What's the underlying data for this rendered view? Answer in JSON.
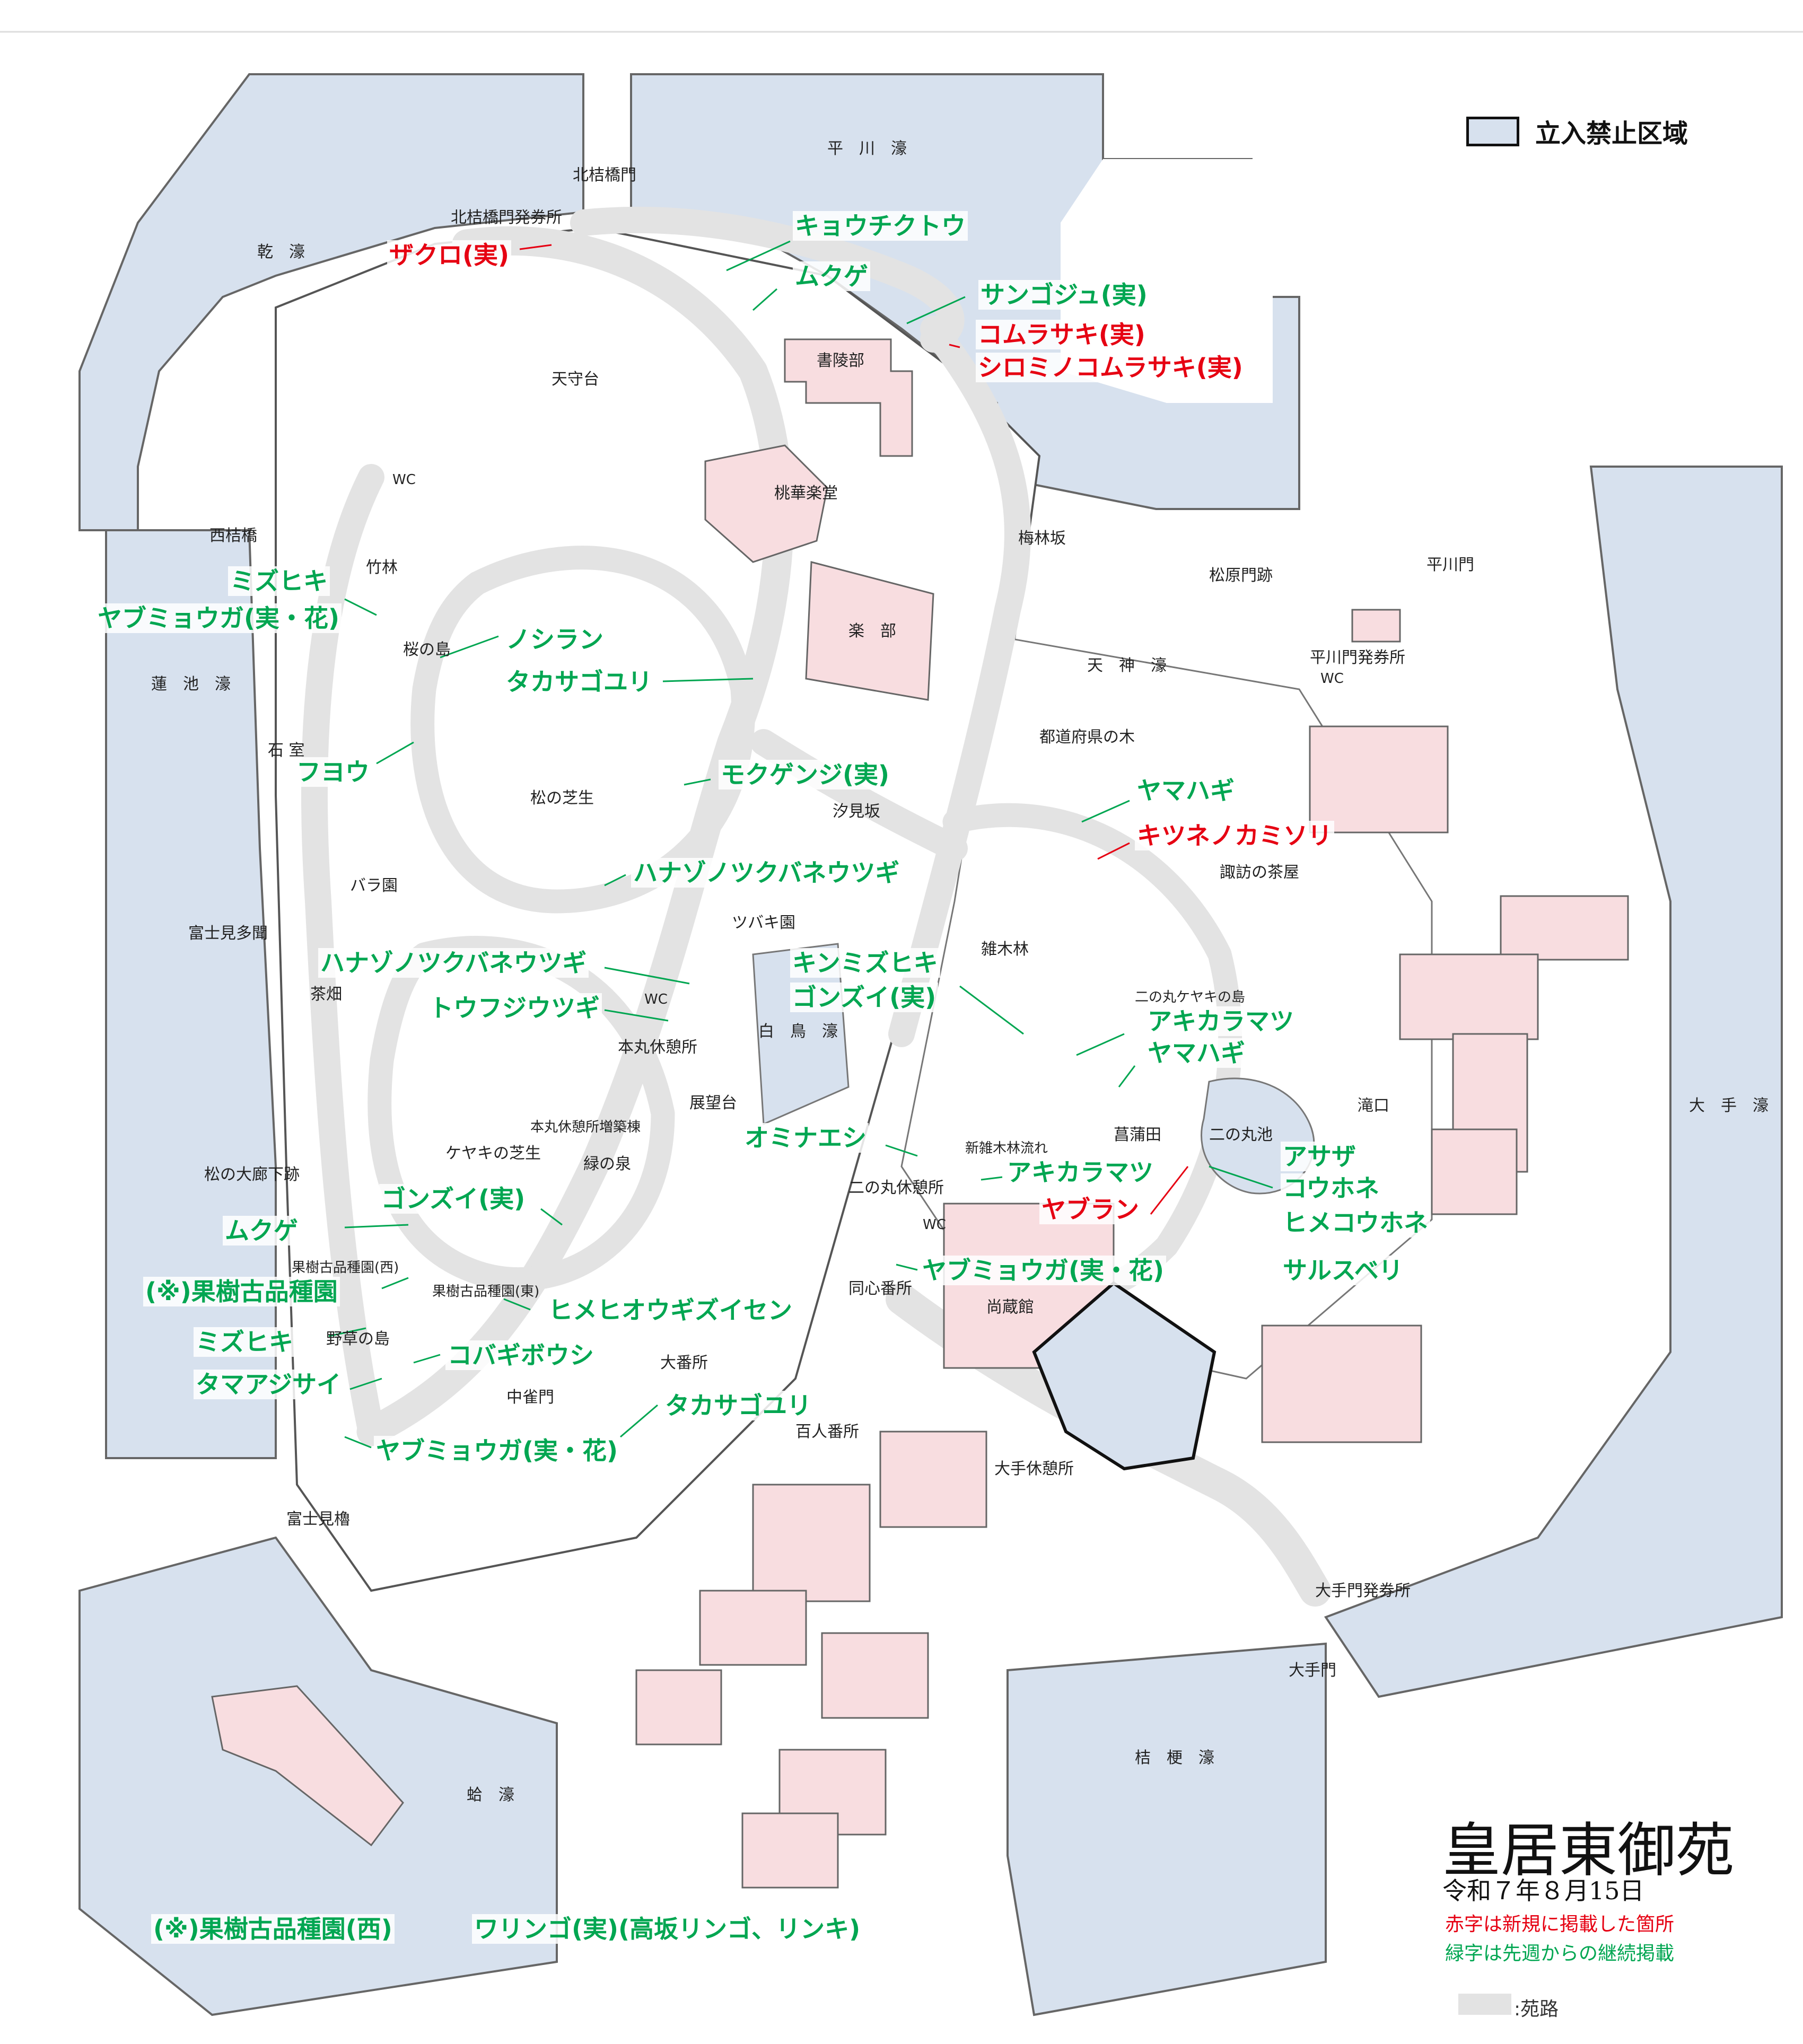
{
  "legend": {
    "restricted": "立入禁止区域",
    "road": ":苑路"
  },
  "title": "皇居東御苑",
  "date": "令和７年８月15日",
  "notes": {
    "red": "赤字は新規に掲載した箇所",
    "green": "緑字は先週からの継続掲載"
  },
  "colors": {
    "water": "#d7e1ee",
    "building": "#f8dde0",
    "road": "#e3e3e3",
    "new": "#e60012",
    "continued": "#00a651",
    "restricted": "#d7e1ee"
  },
  "places": {
    "hirakawa_moat": "平　川　濠",
    "inui_moat": "乾　濠",
    "kitahanebashi_gate": "北桔橋門",
    "kitahanebashi_ticket": "北桔橋門発券所",
    "tenshudai": "天守台",
    "shoryobu": "書陵部",
    "toukagakudo": "桃華楽堂",
    "gakubu": "楽　部",
    "bairinzaka": "梅林坂",
    "matsubaramon": "松原門跡",
    "hirakawamon": "平川門",
    "hirakawa_ticket": "平川門発券所",
    "wc": "WC",
    "nishihanebashi": "西桔橋",
    "chikurin": "竹林",
    "sakuranoshima": "桜の島",
    "hasuike_moat": "蓮　池　濠",
    "ishimuro": "石 室",
    "matsu_lawn": "松の芝生",
    "baraen": "バラ園",
    "fujimitamon": "富士見多聞",
    "chabatake": "茶畑",
    "tenjin_moat": "天　神　濠",
    "todofuken_trees": "都道府県の木",
    "shiomizaka": "汐見坂",
    "suwa_chaya": "諏訪の茶屋",
    "tsubakien": "ツバキ園",
    "zokibayashi": "雑木林",
    "keyaki_island": "二の丸ケヤキの島",
    "honmaru_rest": "本丸休憩所",
    "hakucho_moat": "白　鳥　濠",
    "tenbodai": "展望台",
    "honmaru_rest_annex": "本丸休憩所増築棟",
    "keyaki_lawn": "ケヤキの芝生",
    "midori_izumi": "緑の泉",
    "taki": "滝口",
    "shobuda": "菖蒲田",
    "ninomaru_pond": "二の丸池",
    "shin_zoki": "新雑木林流れ",
    "ninomaru_rest": "二の丸休憩所",
    "shozokan": "尚蔵館",
    "doshin_bansho": "同心番所",
    "matsu_oroka": "松の大廊下跡",
    "kaju_west": "果樹古品種園(西)",
    "kaju_east": "果樹古品種園(東)",
    "nogusa": "野草の島",
    "nakanomon": "中雀門",
    "obansho": "大番所",
    "hyakunin_bansho": "百人番所",
    "ote_rest": "大手休憩所",
    "ote_moat": "大　手　濠",
    "ote_ticket": "大手門発券所",
    "otemon": "大手門",
    "fujimi_yagura": "富士見櫓",
    "kikyo_moat": "桔　梗　濠",
    "hamaguri_moat": "蛤　濠"
  },
  "plants": {
    "kyouchikutou": "キョウチクトウ",
    "zakuro": "ザクロ(実)",
    "mukuge_n": "ムクゲ",
    "sangoju": "サンゴジュ(実)",
    "komurasaki": "コムラサキ(実)",
    "shiromi": "シロミノコムラサキ(実)",
    "mizuhiki_n": "ミズヒキ",
    "yabumyoga_n": "ヤブミョウガ(実・花)",
    "noshiran": "ノシラン",
    "takasagoyuri_n": "タカサゴユリ",
    "fuyou": "フヨウ",
    "mokugenji": "モクゲンジ(実)",
    "yamahagi_1": "ヤマハギ",
    "kitsunenokamisori": "キツネノカミソリ",
    "hanazono_1": "ハナゾノツクバネウツギ",
    "hanazono_2": "ハナゾノツクバネウツギ",
    "toufujiutsugi": "トウフジウツギ",
    "kinmizuhiki": "キンミズヒキ",
    "gonzui_1": "ゴンズイ(実)",
    "akikaramatsu_1": "アキカラマツ",
    "yamahagi_2": "ヤマハギ",
    "ominaeshi": "オミナエシ",
    "akikaramatsu_2": "アキカラマツ",
    "yaburan": "ヤブラン",
    "asaza": "アサザ",
    "kouhone": "コウホネ",
    "himekouhone": "ヒメコウホネ",
    "sarusuberi": "サルスベリ",
    "gonzui_2": "ゴンズイ(実)",
    "mukuge_s": "ムクゲ",
    "kaju_note": "(※)果樹古品種園",
    "yabumyoga_c": "ヤブミョウガ(実・花)",
    "himehiougizuisen": "ヒメヒオウギズイセン",
    "mizuhiki_s": "ミズヒキ",
    "kobagiboushi": "コバギボウシ",
    "tamaajisai": "タマアジサイ",
    "takasagoyuri_s": "タカサゴユリ",
    "yabumyoga_s": "ヤブミョウガ(実・花)"
  },
  "footnote": {
    "label": "(※)果樹古品種園(西)",
    "content": "ワリンゴ(実)(高坂リンゴ、リンキ)"
  }
}
